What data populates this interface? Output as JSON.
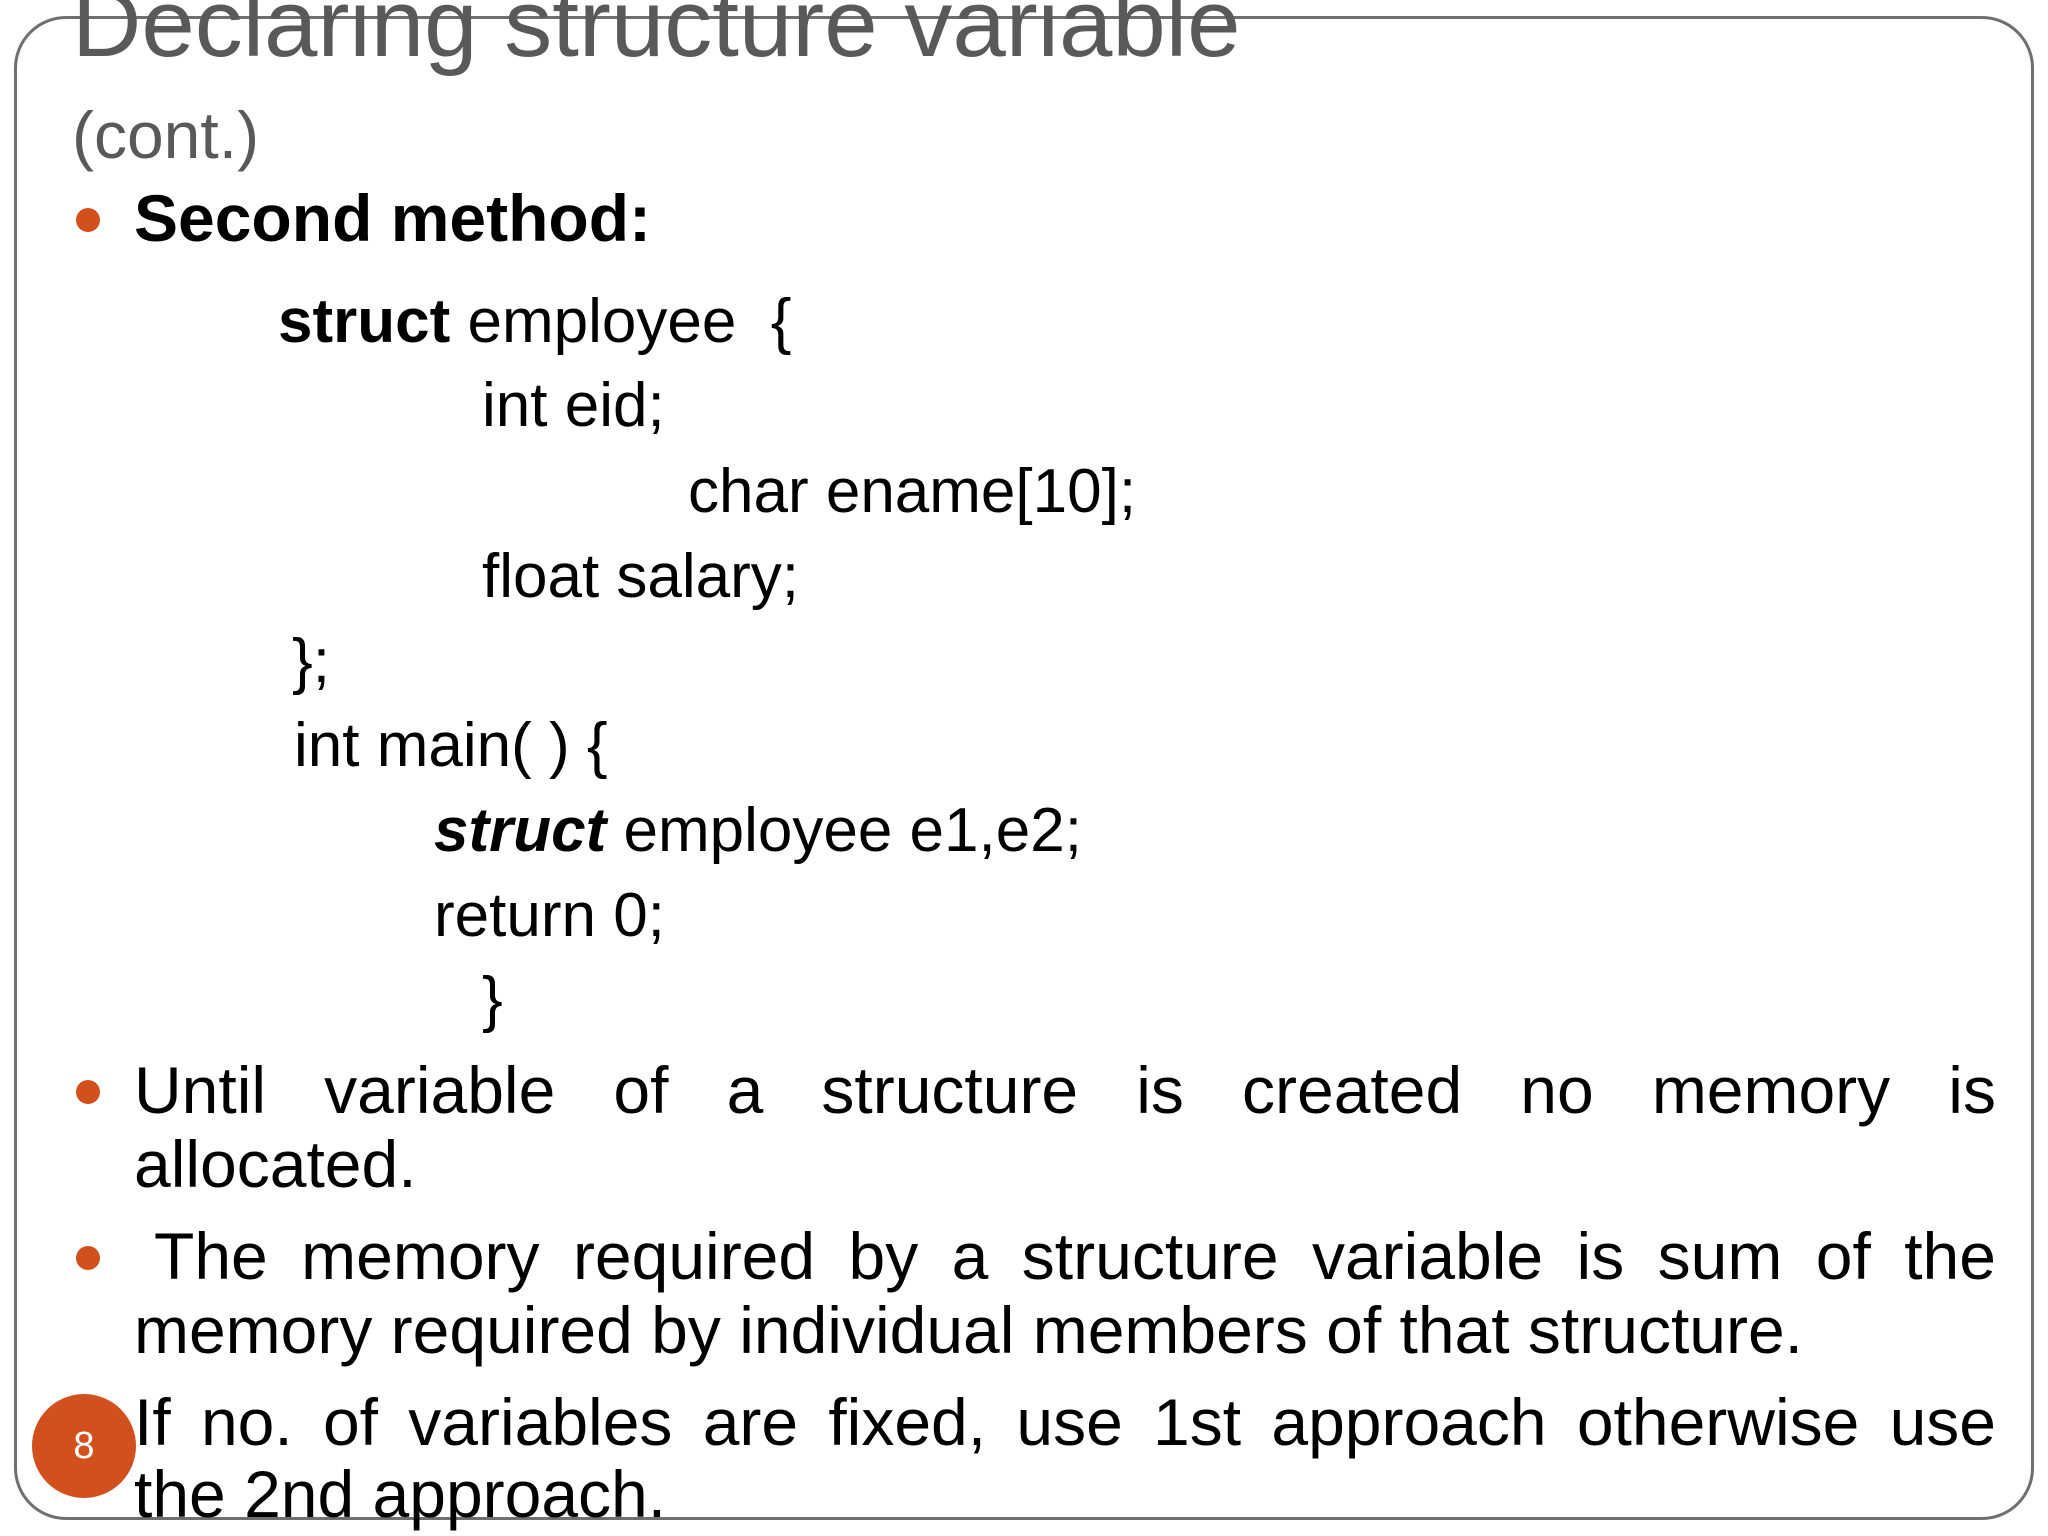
{
  "slide": {
    "title": "Declaring structure variable",
    "subtitle": "(cont.)",
    "heading": "Second method:",
    "code": {
      "line1_kw": "struct",
      "line1_rest": " employee  {",
      "line2": "int eid;",
      "line3": "char ename[10];",
      "line4": "float salary;",
      "line5": "};",
      "line6": "int main( ) {",
      "line7_kw": "struct",
      "line7_rest": " employee e1,e2;",
      "line8": "return 0;",
      "line9": "}"
    },
    "bullets": {
      "b1_line1_words": [
        "Until",
        "variable",
        "of",
        "a",
        "structure",
        "is",
        "created",
        "no",
        "memory",
        "is"
      ],
      "b1_line2": "allocated.",
      "b2_line1_words": [
        "The",
        "memory",
        "required",
        "by",
        "a",
        "structure",
        "variable",
        "is",
        "sum",
        "of",
        "the"
      ],
      "b2_line2": "memory required by individual members of that structure.",
      "b3_line1_words": [
        "If",
        "no.",
        "of",
        "variables",
        "are",
        "fixed,",
        "use",
        "1st",
        "approach",
        "otherwise",
        "use"
      ],
      "b3_line2": "the 2nd approach."
    },
    "page_number": "8",
    "colors": {
      "accent": "#d24f1e",
      "title": "#595959",
      "border": "#6f6f6f"
    }
  }
}
